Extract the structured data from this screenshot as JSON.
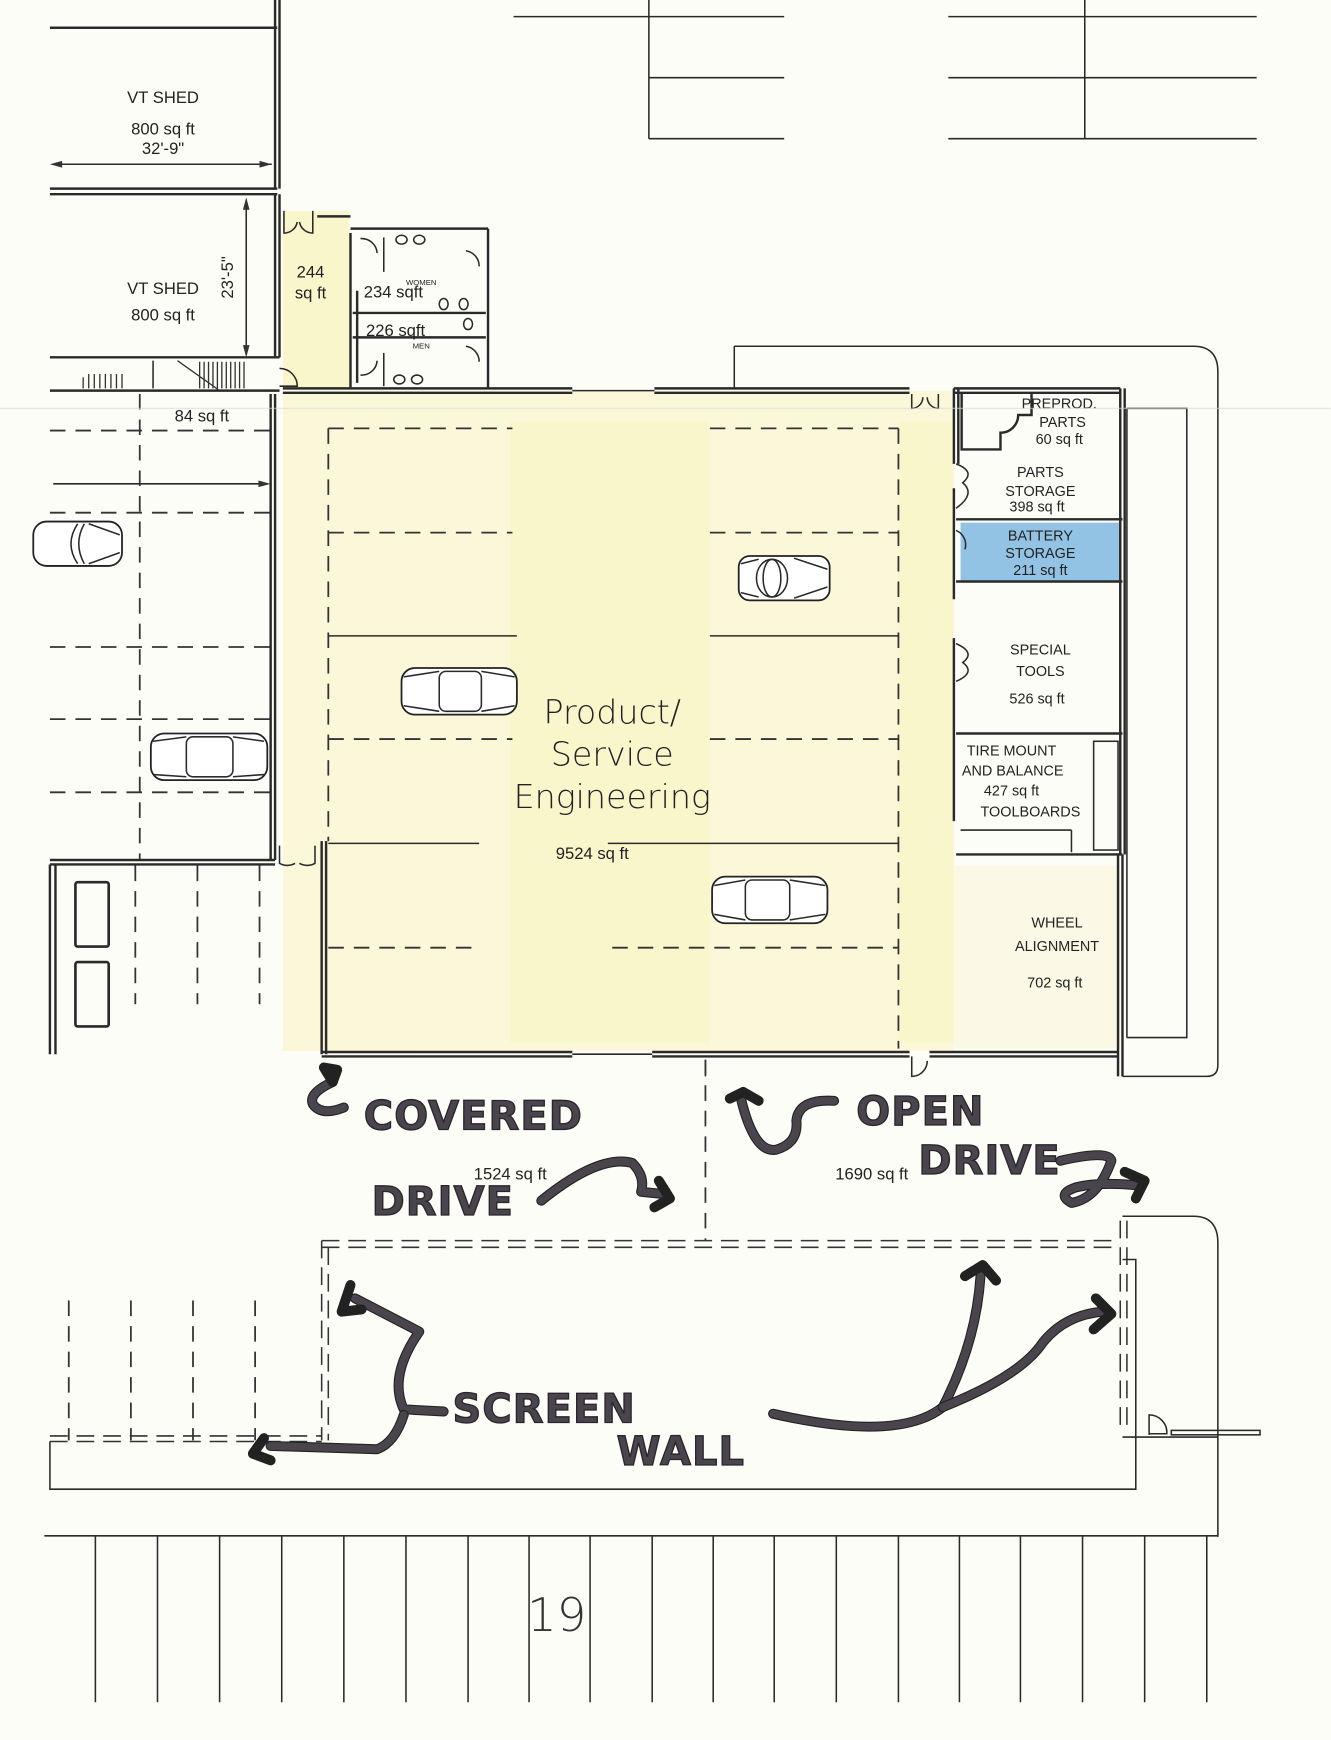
{
  "document": {
    "type": "floor-plan",
    "page_number": "19"
  },
  "rooms": {
    "vt_shed_1": {
      "name": "VT SHED",
      "area": "800 sq ft",
      "dimension": "32'-9\""
    },
    "vt_shed_2": {
      "name": "VT SHED",
      "area": "800 sq ft",
      "dimension": "23'-5\""
    },
    "vestibule": {
      "area_line1": "244",
      "area_line2": "sq ft"
    },
    "womens_restroom": {
      "label": "WOMEN",
      "area": "234 sqft"
    },
    "mens_restroom": {
      "label": "MEN",
      "area": "226 sqft"
    },
    "stair_area": {
      "area": "84 sq ft"
    },
    "main_bay": {
      "line1": "Product/",
      "line2": "Service",
      "line3": "Engineering",
      "area": "9524 sq ft"
    },
    "preprod_parts": {
      "line1": "PREPROD.",
      "line2": "PARTS",
      "area": "60 sq ft"
    },
    "parts_storage": {
      "line1": "PARTS",
      "line2": "STORAGE",
      "area": "398 sq ft"
    },
    "battery_storage": {
      "line1": "BATTERY",
      "line2": "STORAGE",
      "area": "211 sq ft",
      "highlight_color": "#7fb8e0"
    },
    "special_tools": {
      "line1": "SPECIAL",
      "line2": "TOOLS",
      "area": "526 sq ft"
    },
    "tire_mount": {
      "line1": "TIRE MOUNT",
      "line2": "AND BALANCE",
      "area": "427 sq ft",
      "note": "TOOLBOARDS"
    },
    "wheel_alignment": {
      "line1": "WHEEL",
      "line2": "ALIGNMENT",
      "area": "702 sq ft"
    }
  },
  "drives": {
    "covered": {
      "word1": "COVERED",
      "word2": "DRIVE",
      "area": "1524 sq ft"
    },
    "open": {
      "word1": "OPEN",
      "word2": "DRIVE",
      "area": "1690 sq ft"
    }
  },
  "annotations": {
    "screen_wall": {
      "word1": "SCREEN",
      "word2": "WALL"
    }
  },
  "colors": {
    "highlight_yellow": "#f7f0a8",
    "highlight_blue": "#7fb8e0",
    "marker_ink": "#4a444c",
    "line_ink": "#2a2a2a"
  }
}
